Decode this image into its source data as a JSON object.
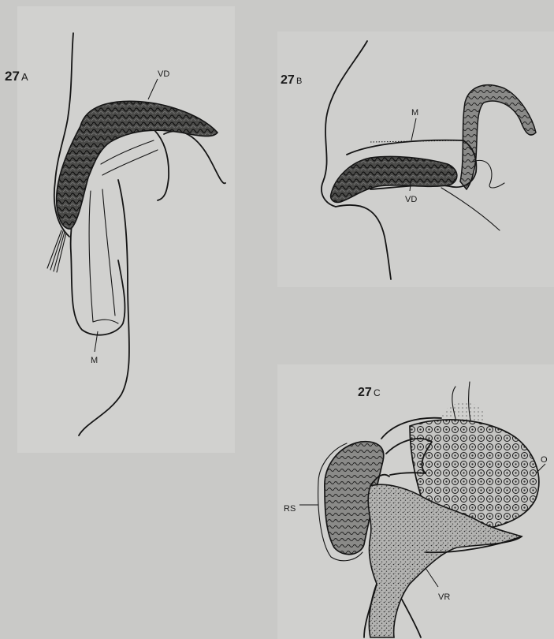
{
  "figures": [
    {
      "id": "27A",
      "number": "27",
      "letter": "A",
      "labels": {
        "vd": "VD",
        "m": "M"
      }
    },
    {
      "id": "27B",
      "number": "27",
      "letter": "B",
      "labels": {
        "m": "M",
        "vd": "VD"
      }
    },
    {
      "id": "27C",
      "number": "27",
      "letter": "C",
      "labels": {
        "o": "O",
        "rs": "RS",
        "vr": "VR"
      }
    }
  ]
}
